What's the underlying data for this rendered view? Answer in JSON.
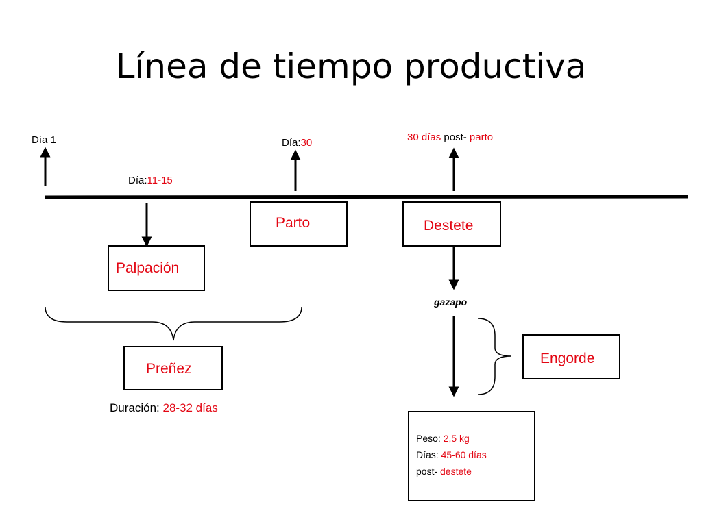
{
  "title": "Línea de tiempo productiva",
  "markers": {
    "dia1": {
      "text": "Día 1"
    },
    "palpacion": {
      "prefix": "Día:",
      "value": "11-15"
    },
    "parto": {
      "prefix": "Día:",
      "value": "30"
    },
    "destete": {
      "value": "30 días",
      "mid": " post- ",
      "value2": "parto"
    }
  },
  "boxes": {
    "parto": "Parto",
    "destete": "Destete",
    "palpacion": "Palpación",
    "prenez": "Preñez",
    "engorde": "Engorde"
  },
  "duracion": {
    "label": "Duración: ",
    "value": "28-32 días"
  },
  "gazapo": "gazapo",
  "info": {
    "peso_label": "Peso: ",
    "peso_value": "2,5 kg",
    "dias_label": "Días: ",
    "dias_value": "45-60 días",
    "post_label": "post- ",
    "post_value": "destete"
  },
  "colors": {
    "accent": "#e30613",
    "text": "#000000"
  }
}
